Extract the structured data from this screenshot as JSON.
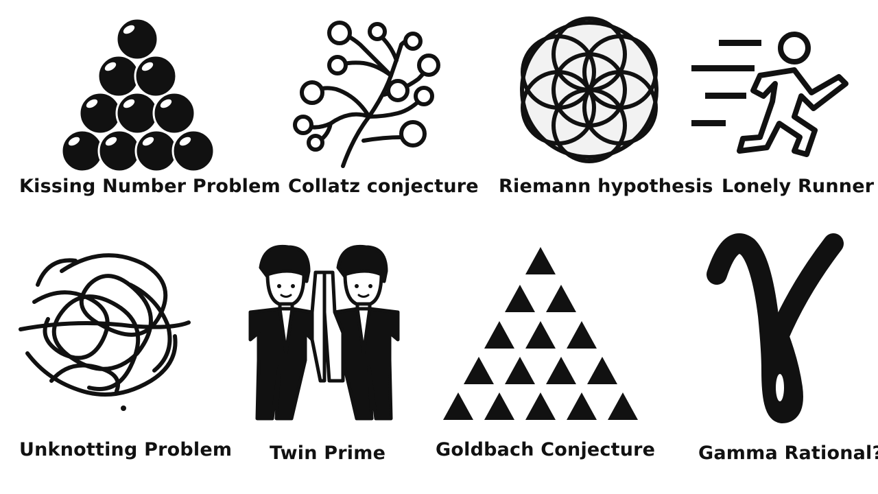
{
  "colors": {
    "ink": "#111111",
    "paper": "#ffffff",
    "light_fill": "#f2f2f2"
  },
  "tiles": [
    {
      "icon": "sphere-pyramid-icon",
      "caption": "Kissing Number Problem"
    },
    {
      "icon": "branching-tree-icon",
      "caption": "Collatz conjecture"
    },
    {
      "icon": "flower-of-life-icon",
      "caption": "Riemann hypothesis"
    },
    {
      "icon": "running-person-icon",
      "caption": "Lonely Runner"
    },
    {
      "icon": "tangled-knot-icon",
      "caption": "Unknotting Problem"
    },
    {
      "icon": "twin-people-icon",
      "caption": "Twin Prime"
    },
    {
      "icon": "triangle-pyramid-icon",
      "caption": "Goldbach Conjecture"
    },
    {
      "icon": "gamma-symbol-icon",
      "caption": "Gamma Rational?"
    }
  ]
}
